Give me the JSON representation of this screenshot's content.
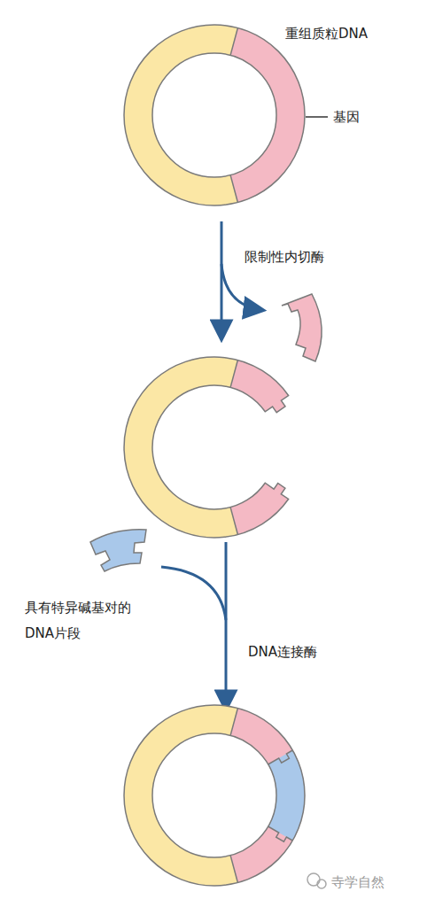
{
  "diagram": {
    "labels": [
      "重组质粒DNA",
      "基因",
      "限制性内切酶",
      "具有特异碱基对的 DNA片段",
      "DNA连接酶",
      "寺学自然"
    ]
  }
}
